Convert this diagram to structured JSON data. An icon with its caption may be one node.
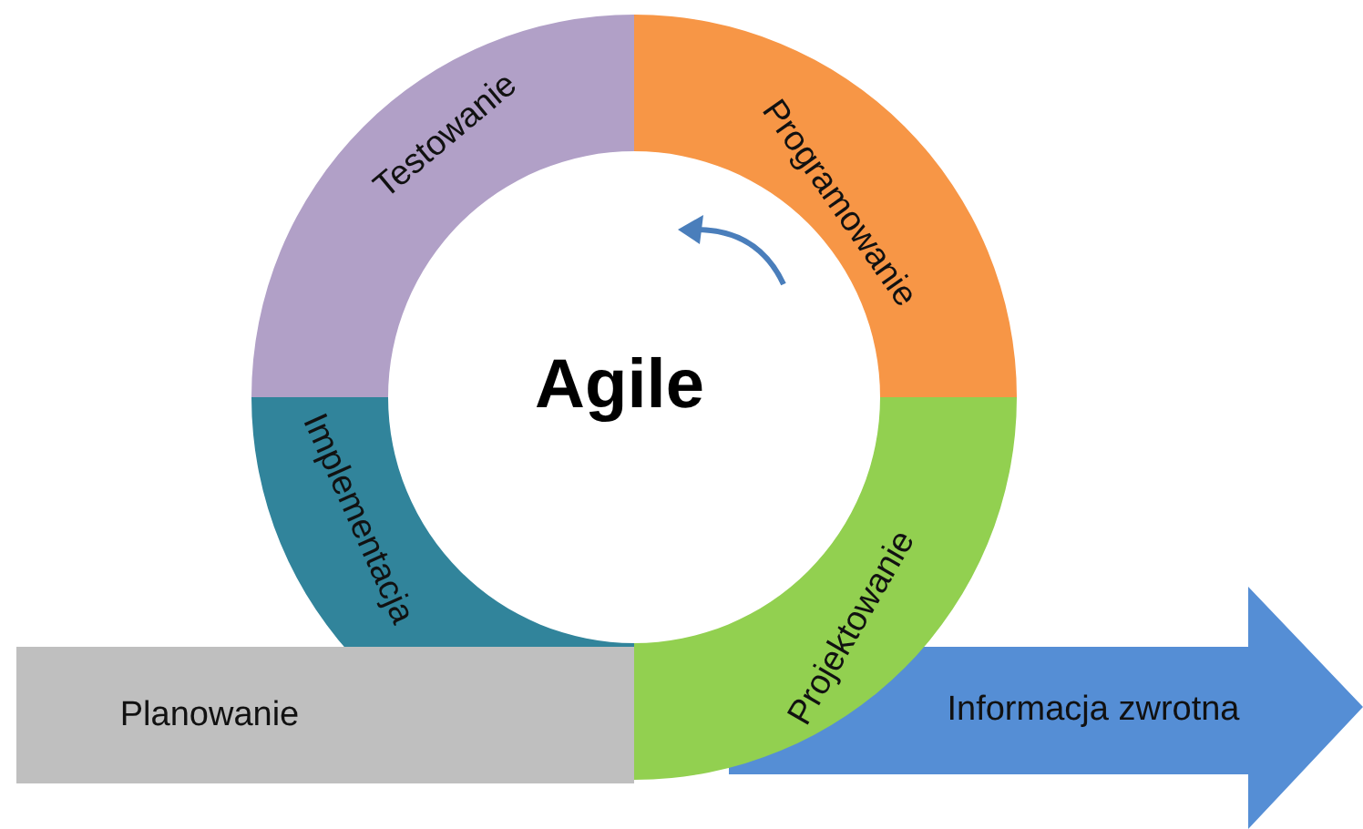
{
  "diagram": {
    "nodes": [
      {
        "text": [
          "Testowanie"
        ]
      },
      {
        "text": [
          "Programowanie"
        ]
      },
      {
        "text": [
          "Agile"
        ]
      },
      {
        "text": [
          "Implementacja"
        ]
      },
      {
        "text": [
          "Projektowanie"
        ]
      },
      {
        "text": [
          "Planowanie"
        ]
      },
      {
        "text": [
          "Informacja zwrotna"
        ]
      }
    ]
  }
}
